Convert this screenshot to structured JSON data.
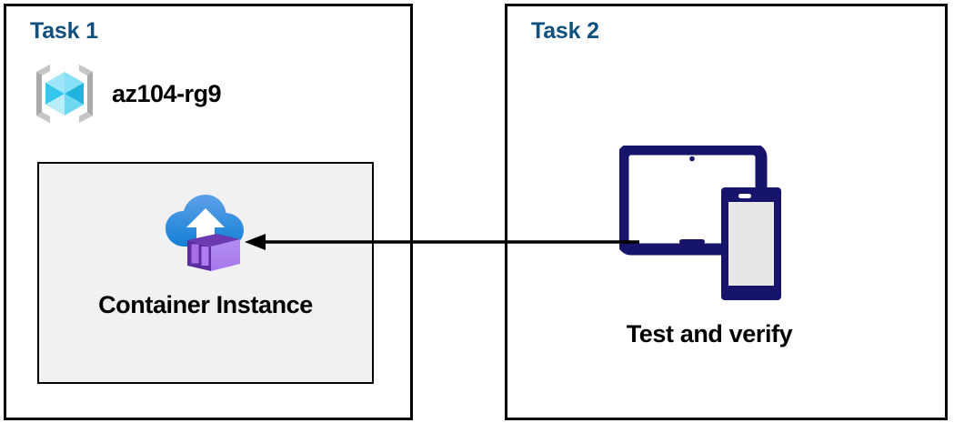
{
  "diagram": {
    "title": "Azure resource group az104-rg9 container instance test and verify flow",
    "background_color": "#ffffff",
    "accent_color": "#10507e",
    "panel_border_color": "#000000",
    "card_fill_color": "#f1f1f1",
    "arrow_color": "#000000",
    "device_icon_color": "#16146b"
  },
  "task1": {
    "title": "Task 1",
    "resource_group": {
      "icon": "azure-resource-group-icon",
      "label": "az104-rg9"
    },
    "resource_card": {
      "icon": "azure-container-instance-icon",
      "label": "Container Instance"
    }
  },
  "task2": {
    "title": "Task 2",
    "verify": {
      "icon": "tablet-and-phone-devices-icon",
      "label": "Test and verify"
    }
  },
  "connector": {
    "icon": "left-arrow-icon",
    "direction": "right-to-left",
    "from": "Test and verify",
    "to": "Container Instance"
  }
}
